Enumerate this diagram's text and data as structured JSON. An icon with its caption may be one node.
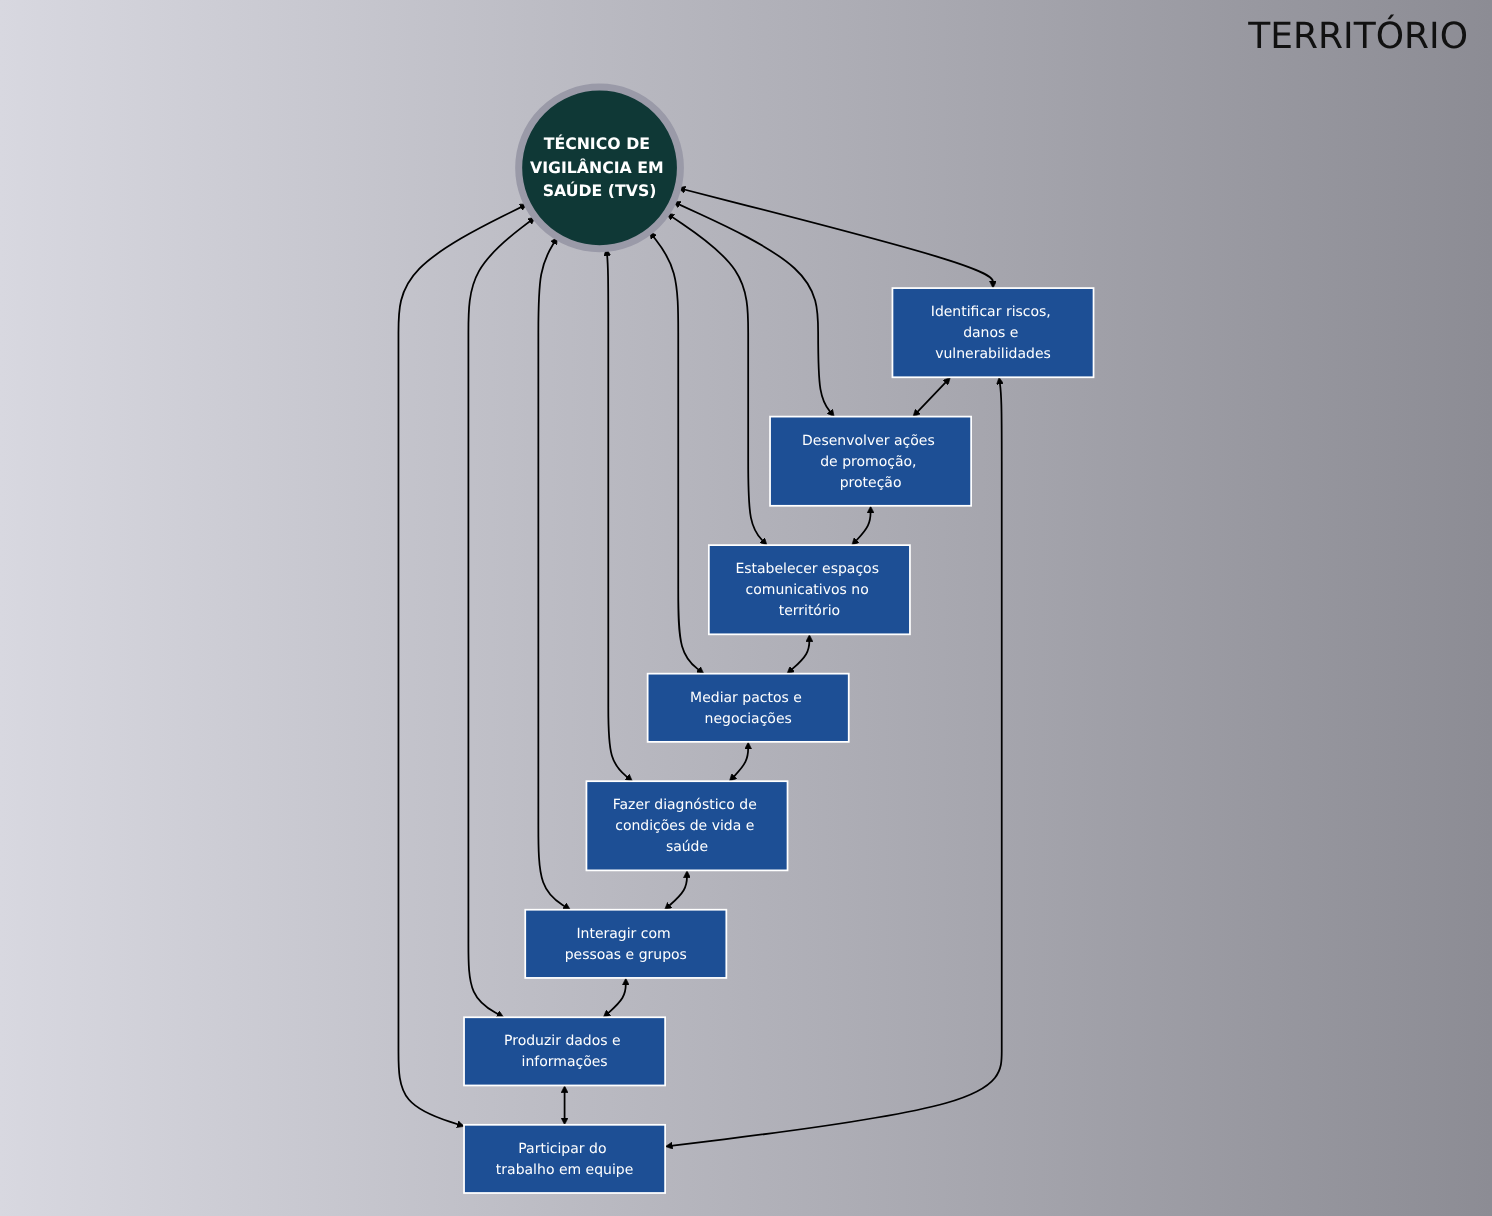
{
  "diagram": {
    "nodes": [
      {
        "text": [
          "TÉCNICO DE VIGILÂNCIA EM SAÚDE (TVS)"
        ]
      },
      {
        "text": [
          "Identificar riscos, danos e vulnerabilidades"
        ]
      },
      {
        "text": [
          "Desenvolver ações de promoção, proteção"
        ]
      },
      {
        "text": [
          "Estabelecer espaços comunicativos no território"
        ]
      },
      {
        "text": [
          "Mediar pactos e negociações"
        ]
      },
      {
        "text": [
          "Fazer diagnóstico de condições de vida e saúde"
        ]
      },
      {
        "text": [
          "Interagir com pessoas e grupos"
        ]
      },
      {
        "text": [
          "Produzir dados e informações"
        ]
      },
      {
        "text": [
          "Participar do trabalho em equipe"
        ]
      }
    ],
    "edges": [
      {
        "from": 0,
        "to": 1,
        "arrow": "both"
      },
      {
        "from": 0,
        "to": 2,
        "arrow": "both"
      },
      {
        "from": 0,
        "to": 3,
        "arrow": "both"
      },
      {
        "from": 0,
        "to": 4,
        "arrow": "both"
      },
      {
        "from": 0,
        "to": 5,
        "arrow": "both"
      },
      {
        "from": 0,
        "to": 6,
        "arrow": "both"
      },
      {
        "from": 0,
        "to": 7,
        "arrow": "both"
      },
      {
        "from": 0,
        "to": 8,
        "arrow": "both"
      },
      {
        "from": 1,
        "to": 2,
        "arrow": "both"
      },
      {
        "from": 2,
        "to": 3,
        "arrow": "both"
      },
      {
        "from": 3,
        "to": 4,
        "arrow": "both"
      },
      {
        "from": 4,
        "to": 5,
        "arrow": "both"
      },
      {
        "from": 5,
        "to": 6,
        "arrow": "both"
      },
      {
        "from": 6,
        "to": 7,
        "arrow": "both"
      },
      {
        "from": 7,
        "to": 8,
        "arrow": "both"
      },
      {
        "from": 8,
        "to": 1,
        "arrow": "both"
      }
    ],
    "labels": [
      "TERRITÓRIO"
    ]
  }
}
